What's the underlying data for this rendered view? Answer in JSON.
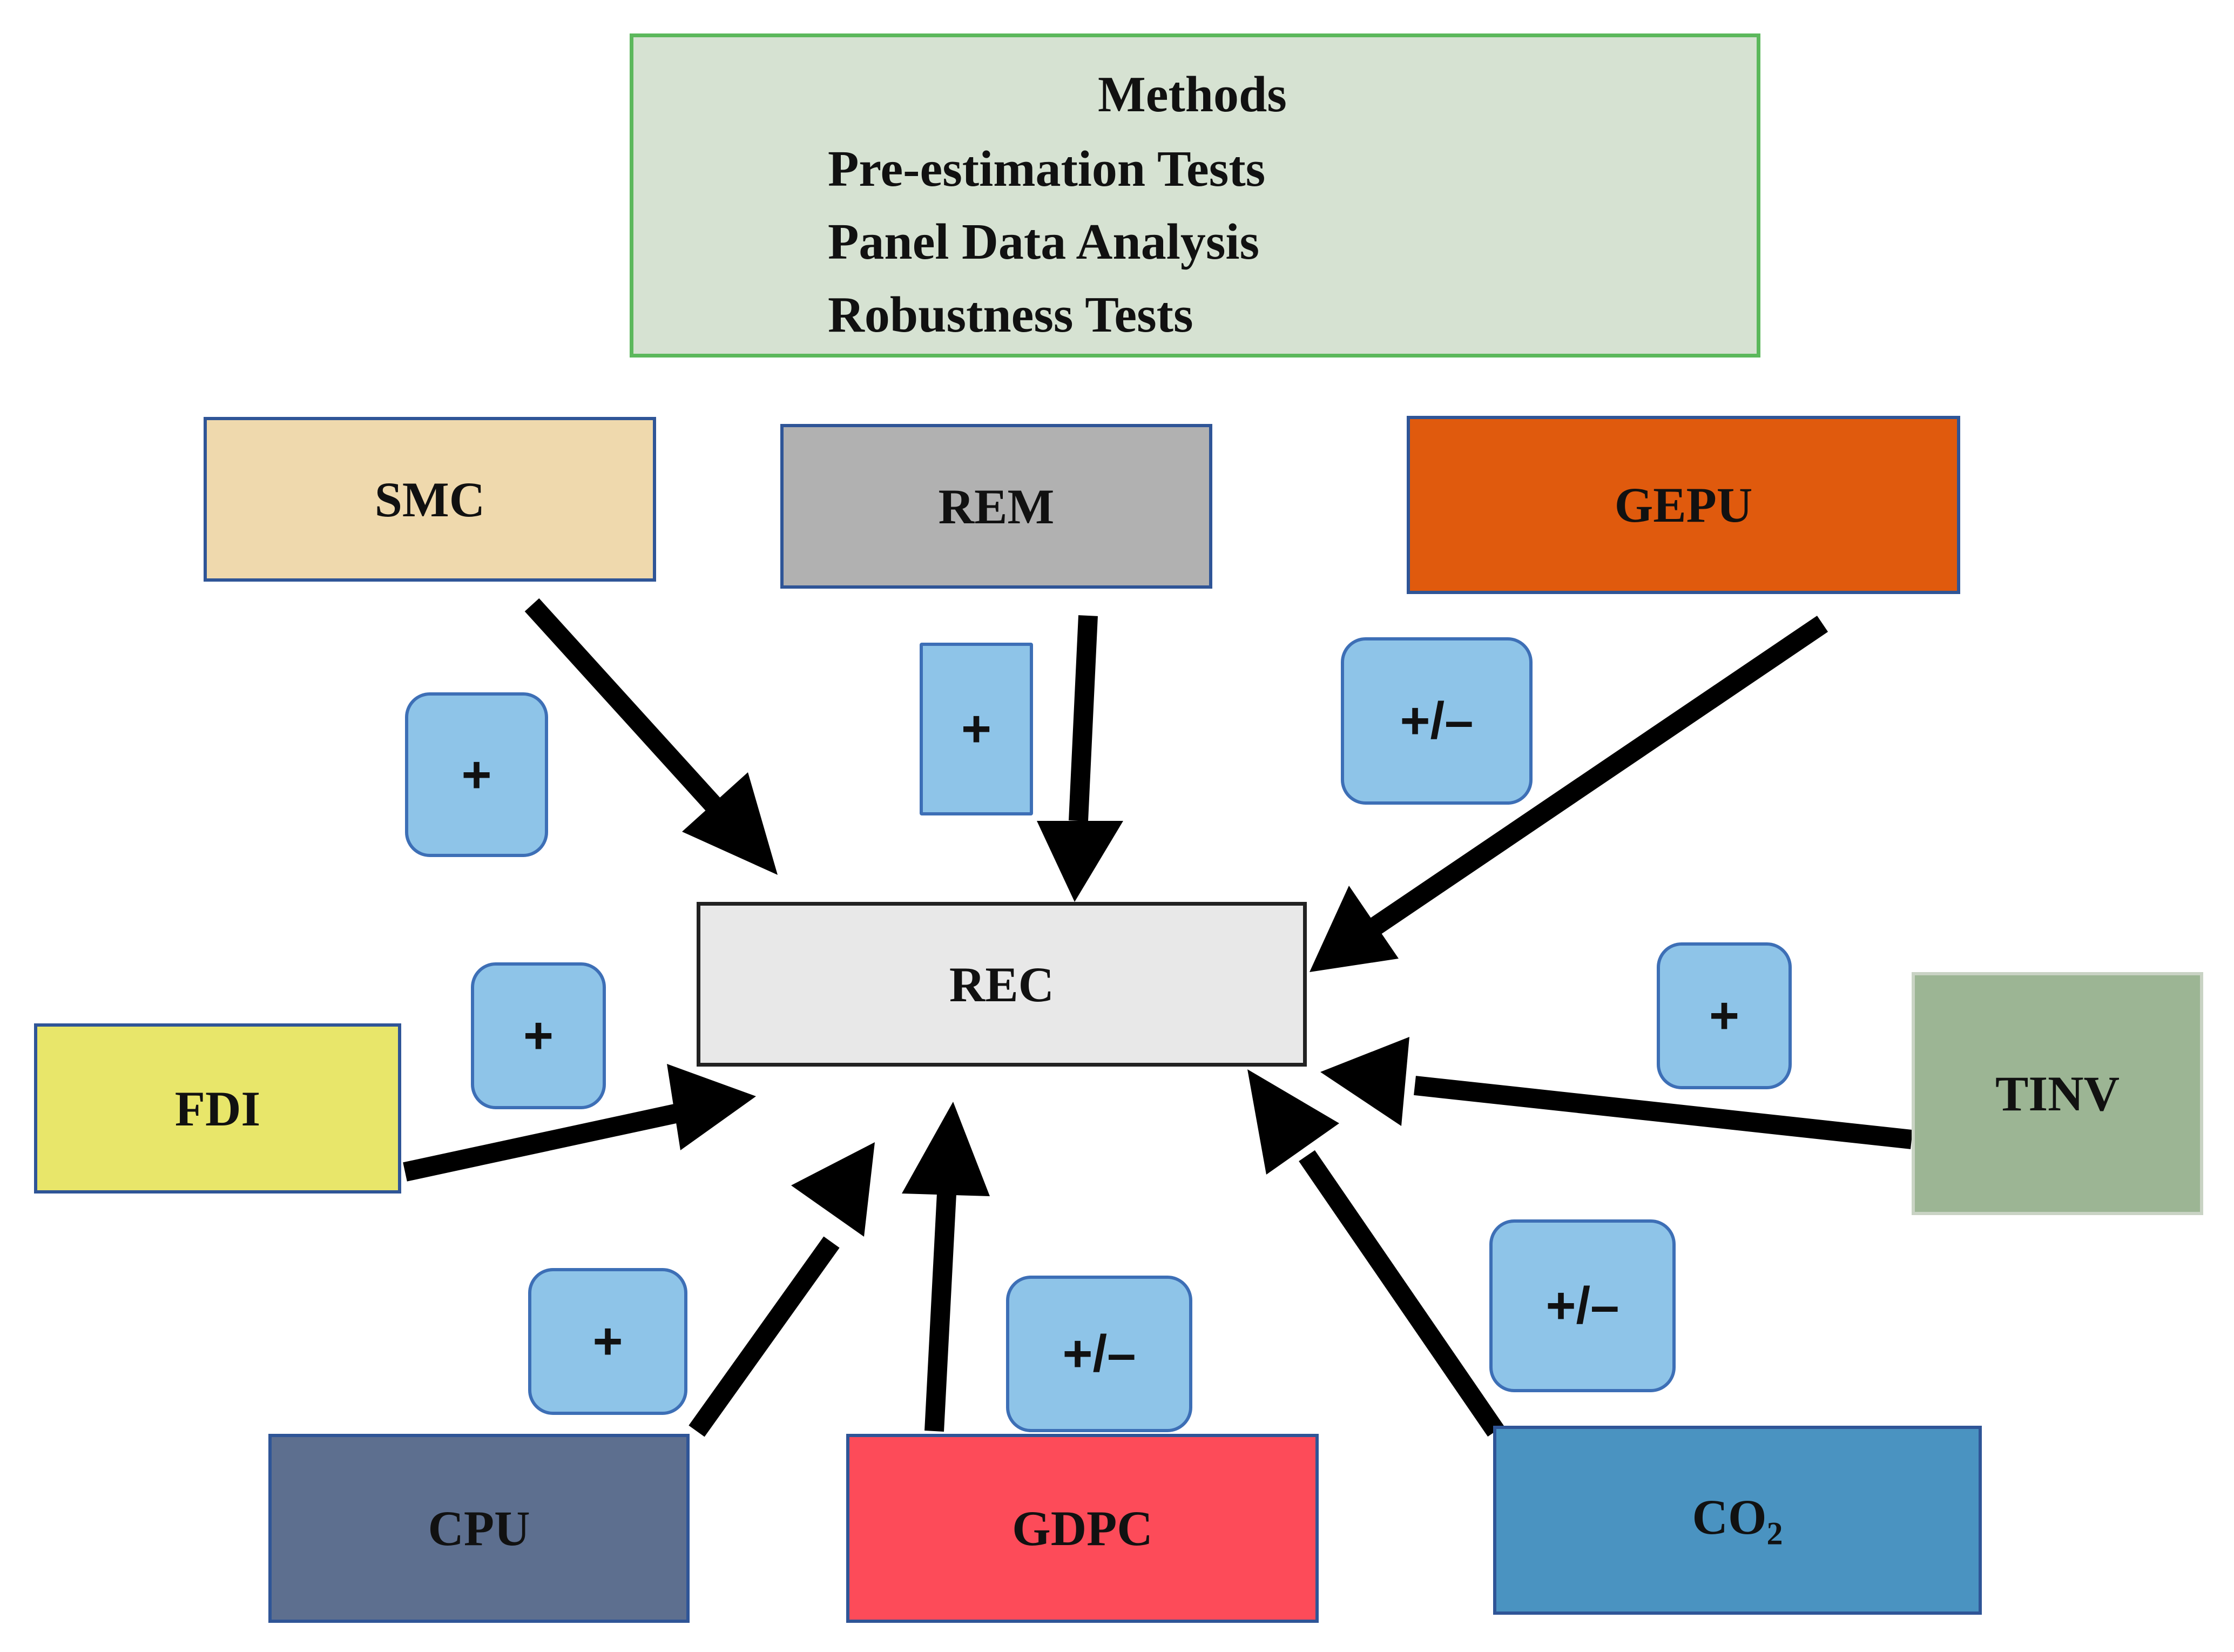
{
  "methods": {
    "title": "Methods",
    "items": [
      "Pre-estimation Tests",
      "Panel Data Analysis",
      "Robustness Tests"
    ]
  },
  "center": {
    "label": "REC"
  },
  "nodes": {
    "smc": "SMC",
    "rem": "REM",
    "gepu": "GEPU",
    "fdi": "FDI",
    "tinv": "TINV",
    "cpu": "CPU",
    "gdpc": "GDPC",
    "co2_main": "CO",
    "co2_sub": "2"
  },
  "signs": {
    "smc": "+",
    "rem": "+",
    "gepu": "+/–",
    "fdi": "+",
    "tinv": "+",
    "cpu": "+",
    "gdpc": "+/–",
    "co2": "+/–"
  },
  "colors": {
    "smc": "#efd9ad",
    "rem": "#b1b1b1",
    "gepu": "#e05a0d",
    "fdi": "#e8e66a",
    "tinv": "#9cb594",
    "cpu": "#5d6f8f",
    "gdpc": "#fd4b59",
    "co2": "#4a93c1",
    "center": "#e8e8e8",
    "sign_fill": "#8ec4e8",
    "methods_fill": "#d6e2d2",
    "arrow": "#000000"
  }
}
